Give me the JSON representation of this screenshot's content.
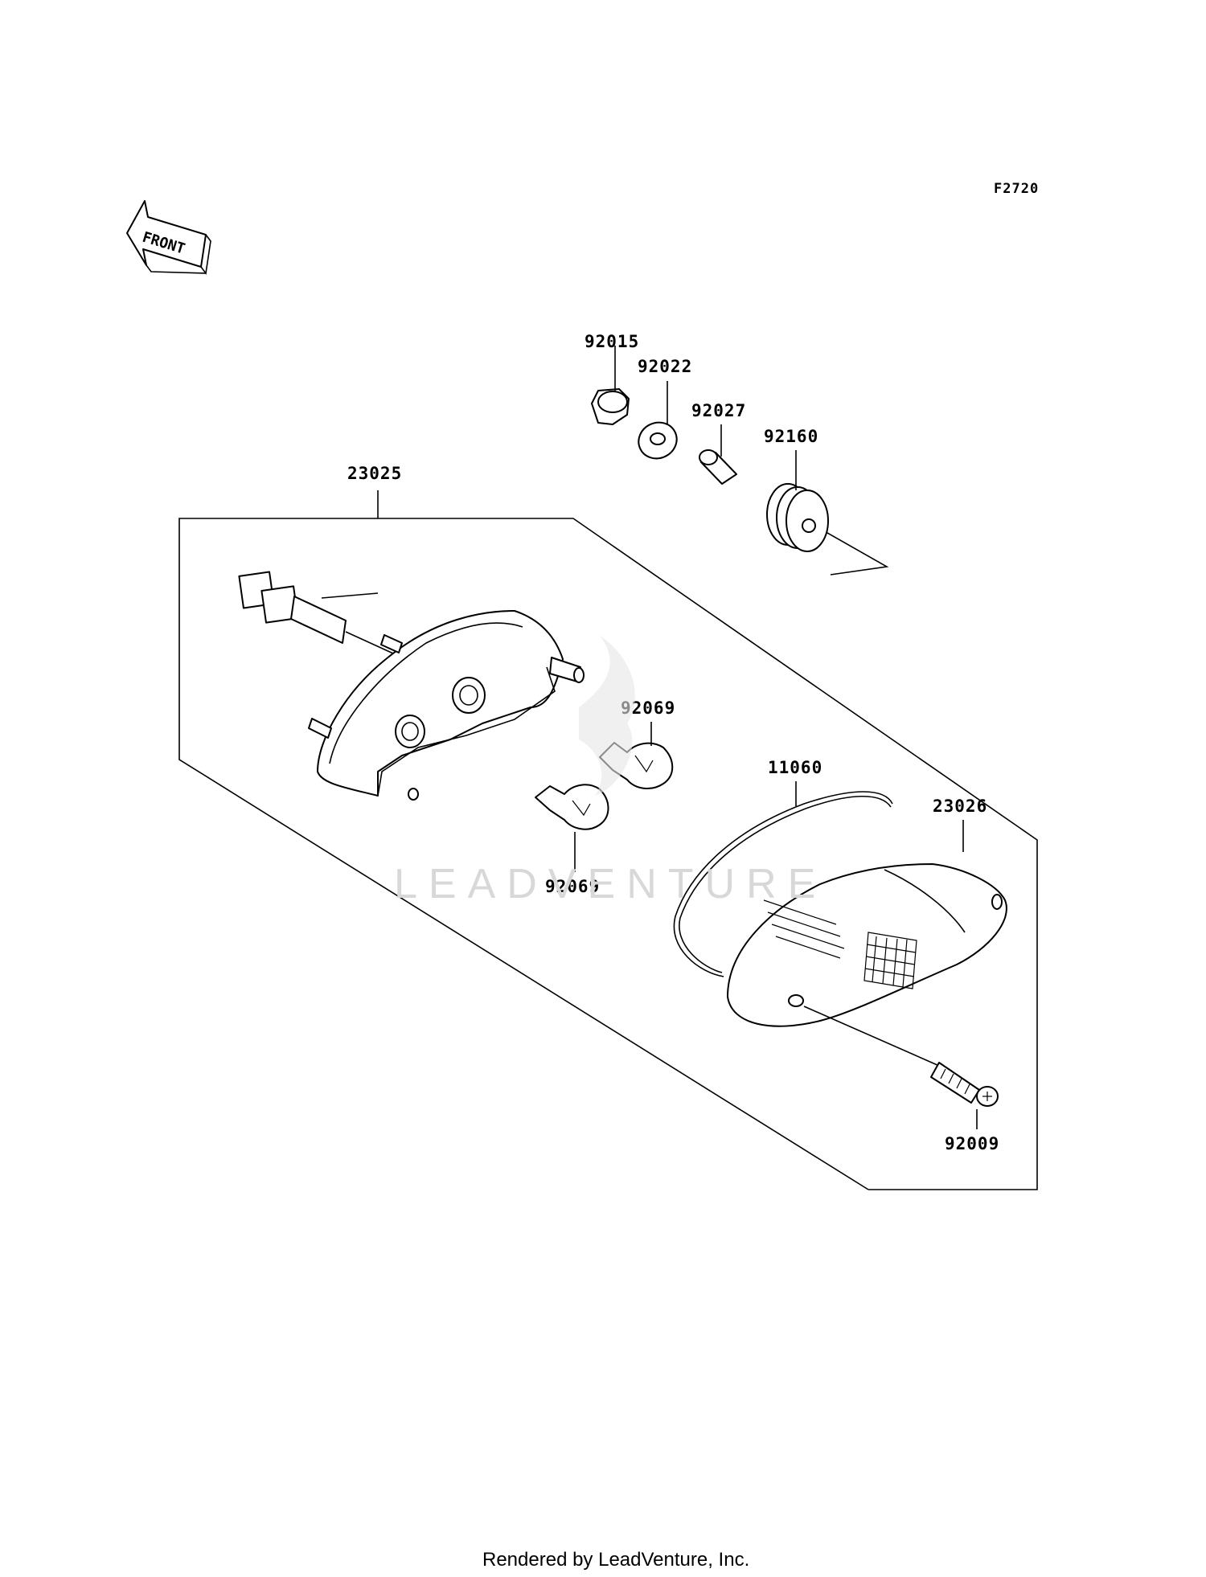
{
  "figure_code": "F2720",
  "front_label": "FRONT",
  "watermark": "LEADVENTURE",
  "footer": "Rendered by LeadVenture, Inc.",
  "parts": [
    {
      "id": "23025",
      "name": "taillight-assembly"
    },
    {
      "id": "92015",
      "name": "nut"
    },
    {
      "id": "92022",
      "name": "washer"
    },
    {
      "id": "92027",
      "name": "collar"
    },
    {
      "id": "92160",
      "name": "damper"
    },
    {
      "id": "92069",
      "name": "bulb-upper"
    },
    {
      "id": "92069",
      "name": "bulb-lower"
    },
    {
      "id": "11060",
      "name": "gasket"
    },
    {
      "id": "23026",
      "name": "lens"
    },
    {
      "id": "92009",
      "name": "screw"
    }
  ]
}
